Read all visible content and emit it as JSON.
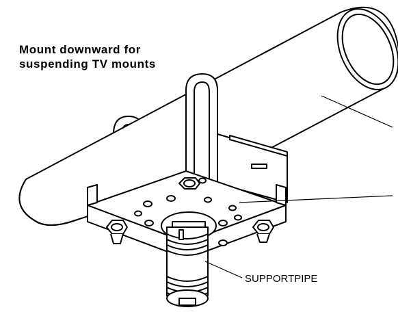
{
  "caption": {
    "line1": "Mount downward for",
    "line2": "suspending TV mounts"
  },
  "labels": {
    "support_pipe": "SUPPORTPIPE"
  }
}
